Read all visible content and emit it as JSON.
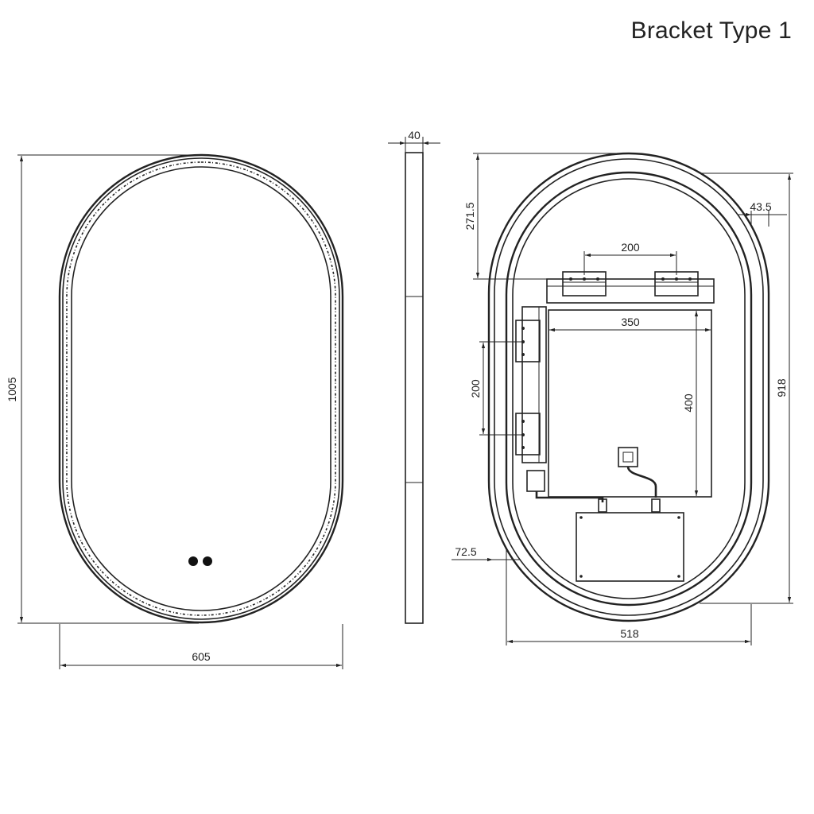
{
  "title": "Bracket Type 1",
  "front_view": {
    "width_label": "605",
    "height_label": "1005"
  },
  "side_view": {
    "depth_label": "40"
  },
  "rear_view": {
    "top_offset_label": "271.5",
    "horizontal_bracket_spacing_label": "200",
    "vertical_bracket_spacing_label": "200",
    "panel_width_label": "350",
    "panel_height_label": "400",
    "frame_inset_label": "43.5",
    "rear_height_label": "918",
    "side_offset_label": "72.5",
    "rear_width_label": "518"
  },
  "colors": {
    "line": "#222222",
    "background": "#ffffff"
  }
}
